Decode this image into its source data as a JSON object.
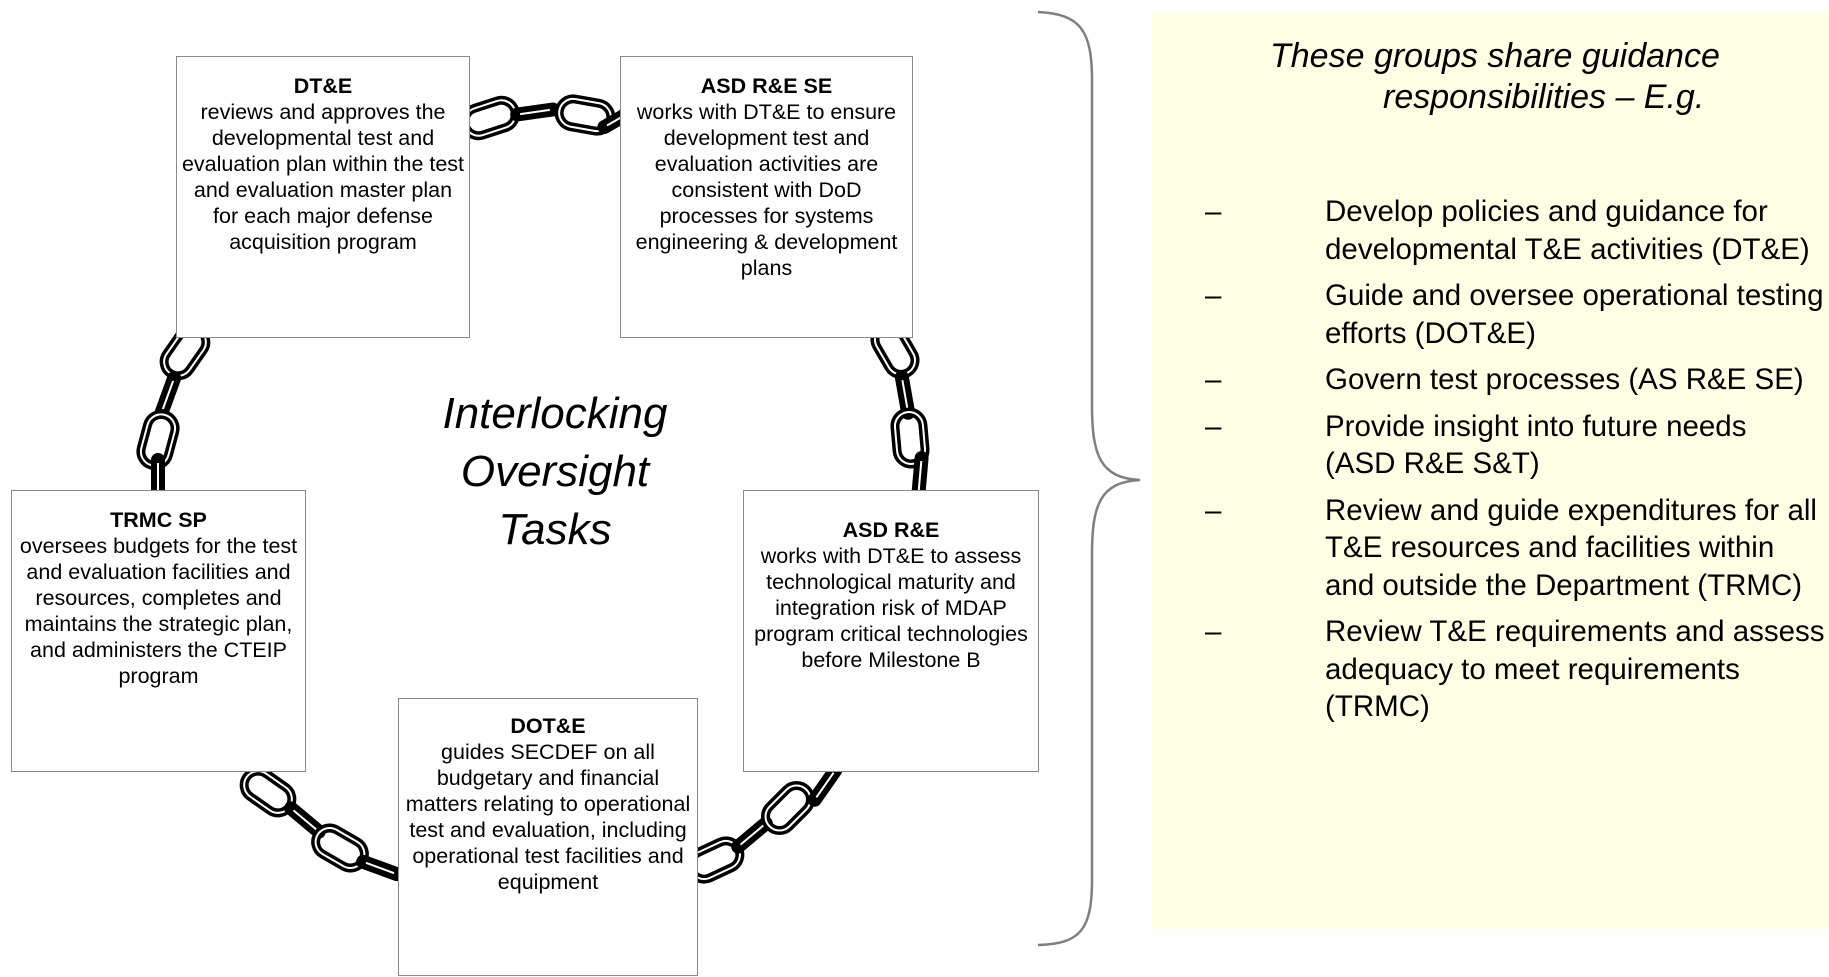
{
  "center_title": {
    "line1": "Interlocking",
    "line2": "Oversight",
    "line3": "Tasks"
  },
  "boxes": {
    "dte": {
      "title": "DT&E",
      "body": "reviews and approves the developmental test and evaluation plan within the test and evaluation master plan for each major defense acquisition program"
    },
    "asd_re_se": {
      "title": "ASD R&E SE",
      "body": "works with DT&E to ensure development test and evaluation activities are consistent with DoD processes for systems engineering & development plans"
    },
    "trmc_sp": {
      "title": "TRMC SP",
      "body": "oversees budgets for the test and evaluation facilities and resources, completes and maintains the strategic plan, and administers the CTEIP program"
    },
    "asd_re": {
      "title": "ASD R&E",
      "body": "works with DT&E to assess technological maturity and integration risk of MDAP program critical technologies before Milestone B"
    },
    "dote": {
      "title": "DOT&E",
      "body": "guides SECDEF on all budgetary and financial matters relating to operational test and evaluation, including operational test facilities and equipment"
    }
  },
  "panel": {
    "heading_line1": "These groups share guidance",
    "heading_line2": "responsibilities – E.g.",
    "dash": "–",
    "items": [
      "Develop policies and guidance for developmental T&E activities (DT&E)",
      "Guide and oversee operational testing efforts (DOT&E)",
      "Govern test processes (AS R&E SE)",
      "Provide insight into future needs (ASD R&E S&T)",
      "Review and guide expenditures for all T&E resources and facilities within and outside the Department (TRMC)",
      "Review T&E requirements and assess adequacy to meet requirements (TRMC)"
    ]
  },
  "colors": {
    "panel_background": "#ffffe6",
    "box_border": "#8a8a8a",
    "brace": "#7f7f7f",
    "chain": "#000000"
  },
  "icons": [
    "chain-link-icon",
    "curly-brace-icon"
  ]
}
